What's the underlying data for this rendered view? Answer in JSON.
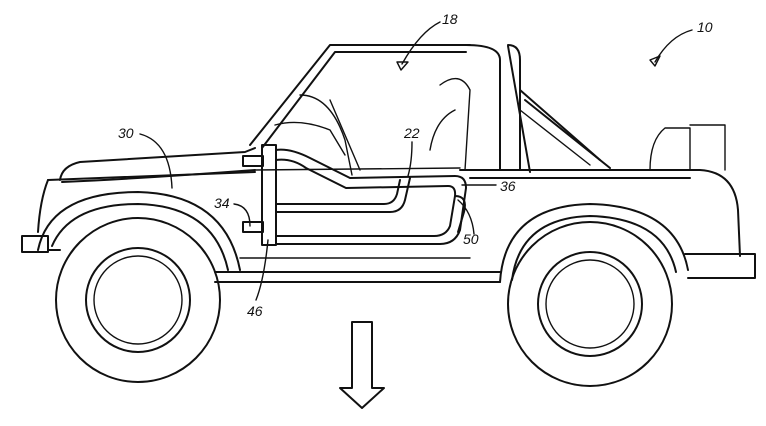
{
  "diagram": {
    "reference_numerals": {
      "vehicle": "10",
      "roof_frame": "18",
      "door": "22",
      "hood": "30",
      "hinge": "34",
      "door_frame": "36",
      "hinge_pin": "46",
      "latch": "50"
    }
  }
}
